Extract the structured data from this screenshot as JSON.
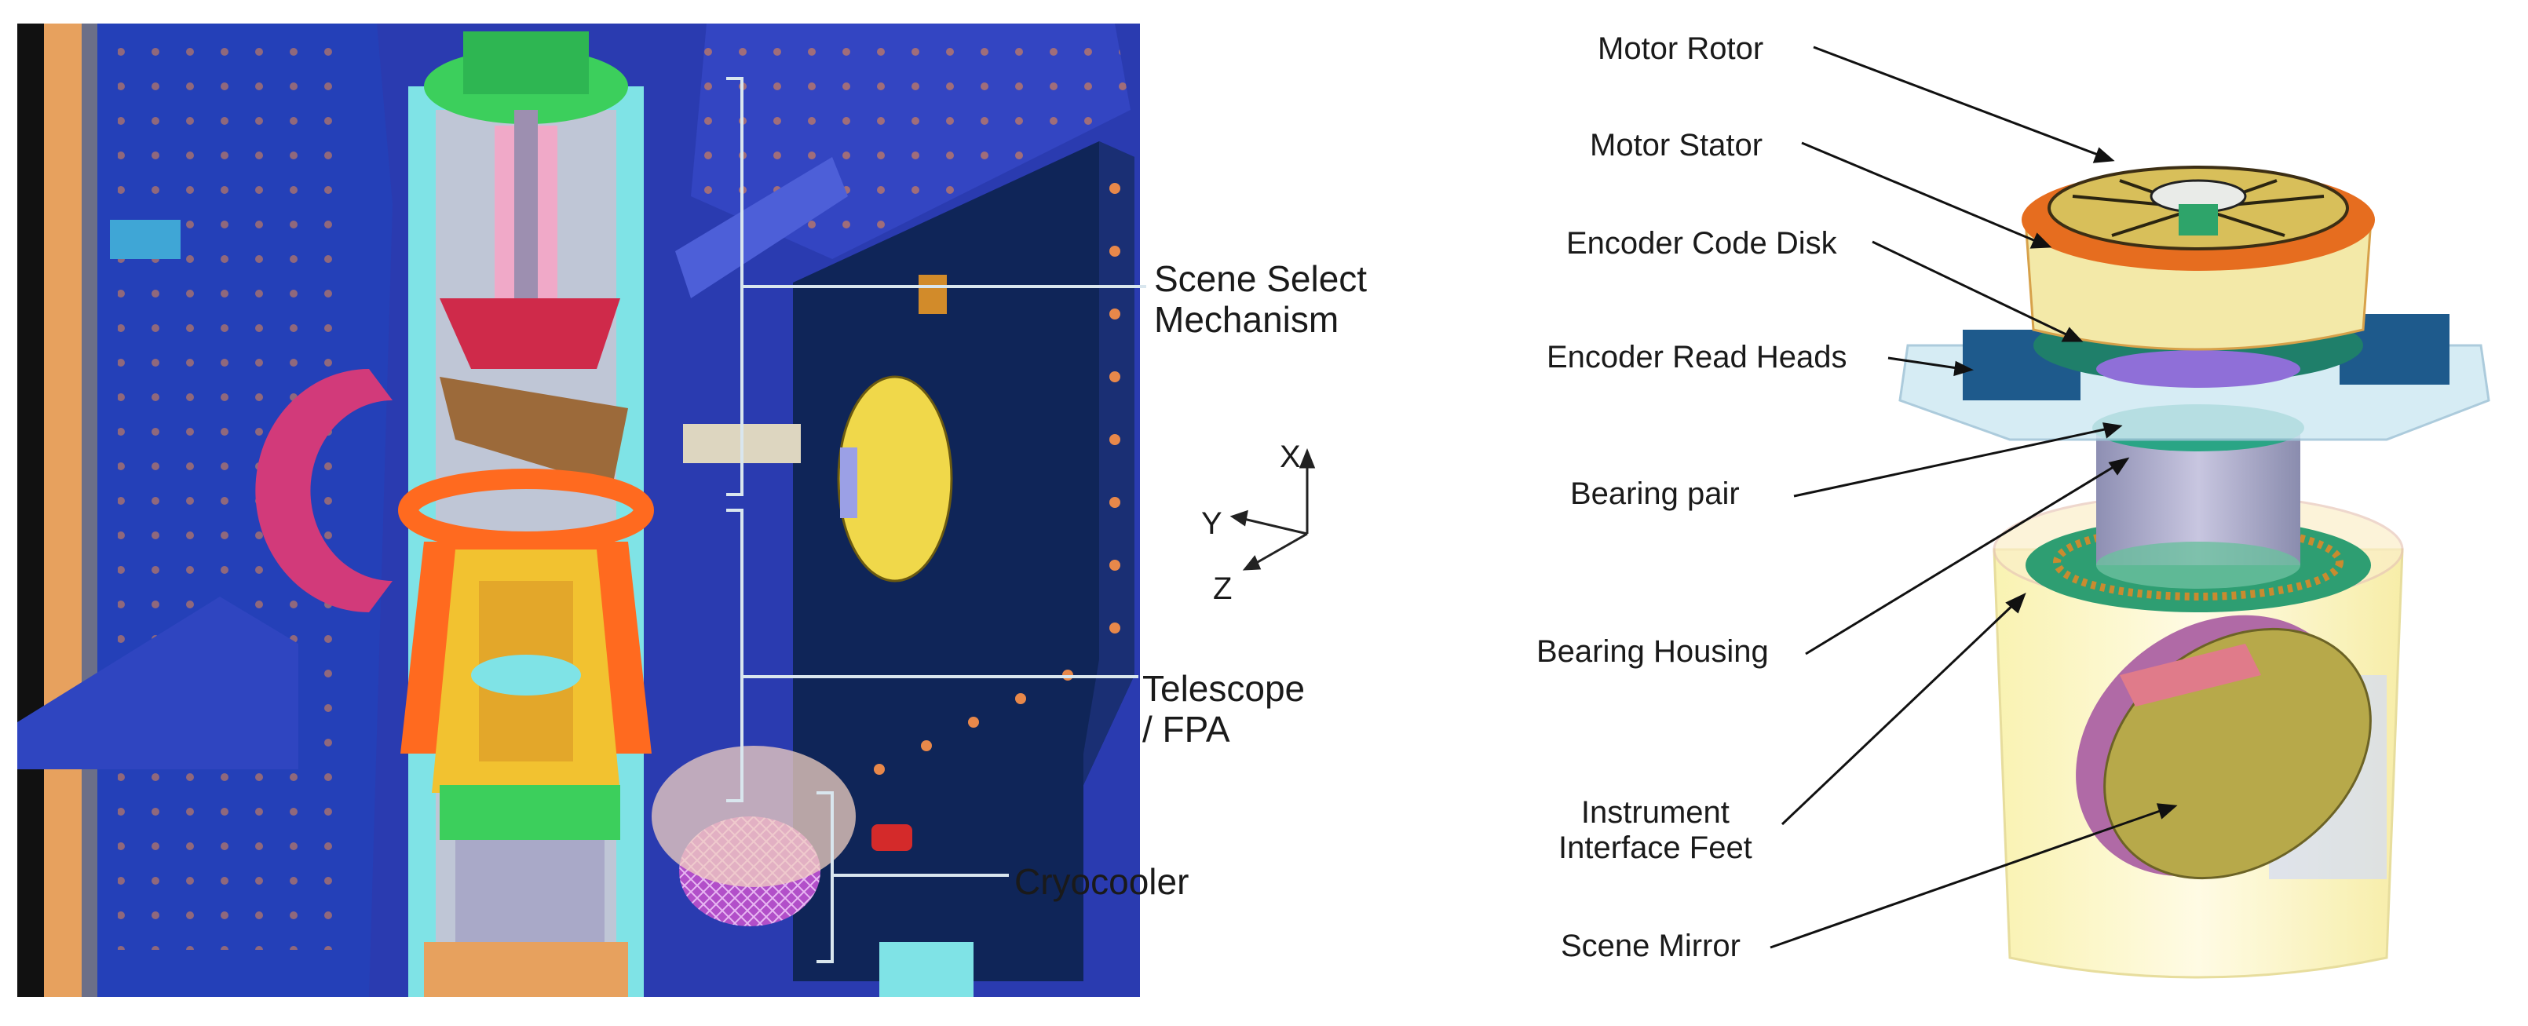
{
  "left_panel": {
    "callouts": [
      "Scene Select\nMechanism",
      "Telescope\n/ FPA",
      "Cryocooler"
    ],
    "axes": {
      "x": "X",
      "y": "Y",
      "z": "Z"
    }
  },
  "right_panel": {
    "callouts": [
      "Motor Rotor",
      "Motor Stator",
      "Encoder Code Disk",
      "Encoder Read Heads",
      "Bearing pair",
      "Bearing Housing",
      "Instrument\nInterface Feet",
      "Scene Mirror"
    ]
  },
  "colors": {
    "navy_structure": "#1f2f96",
    "dark_panel": "#0f2558",
    "cyan": "#7fe3e6",
    "green": "#3ccf5c",
    "yellow": "#f2d54a",
    "red": "#d42a2a",
    "orange": "#ff6a1f",
    "magenta": "#b24fc9",
    "leader_line": "#bfeaf2",
    "mirror_olive": "#b7a94a",
    "housing_cream": "#f8f2b0"
  }
}
